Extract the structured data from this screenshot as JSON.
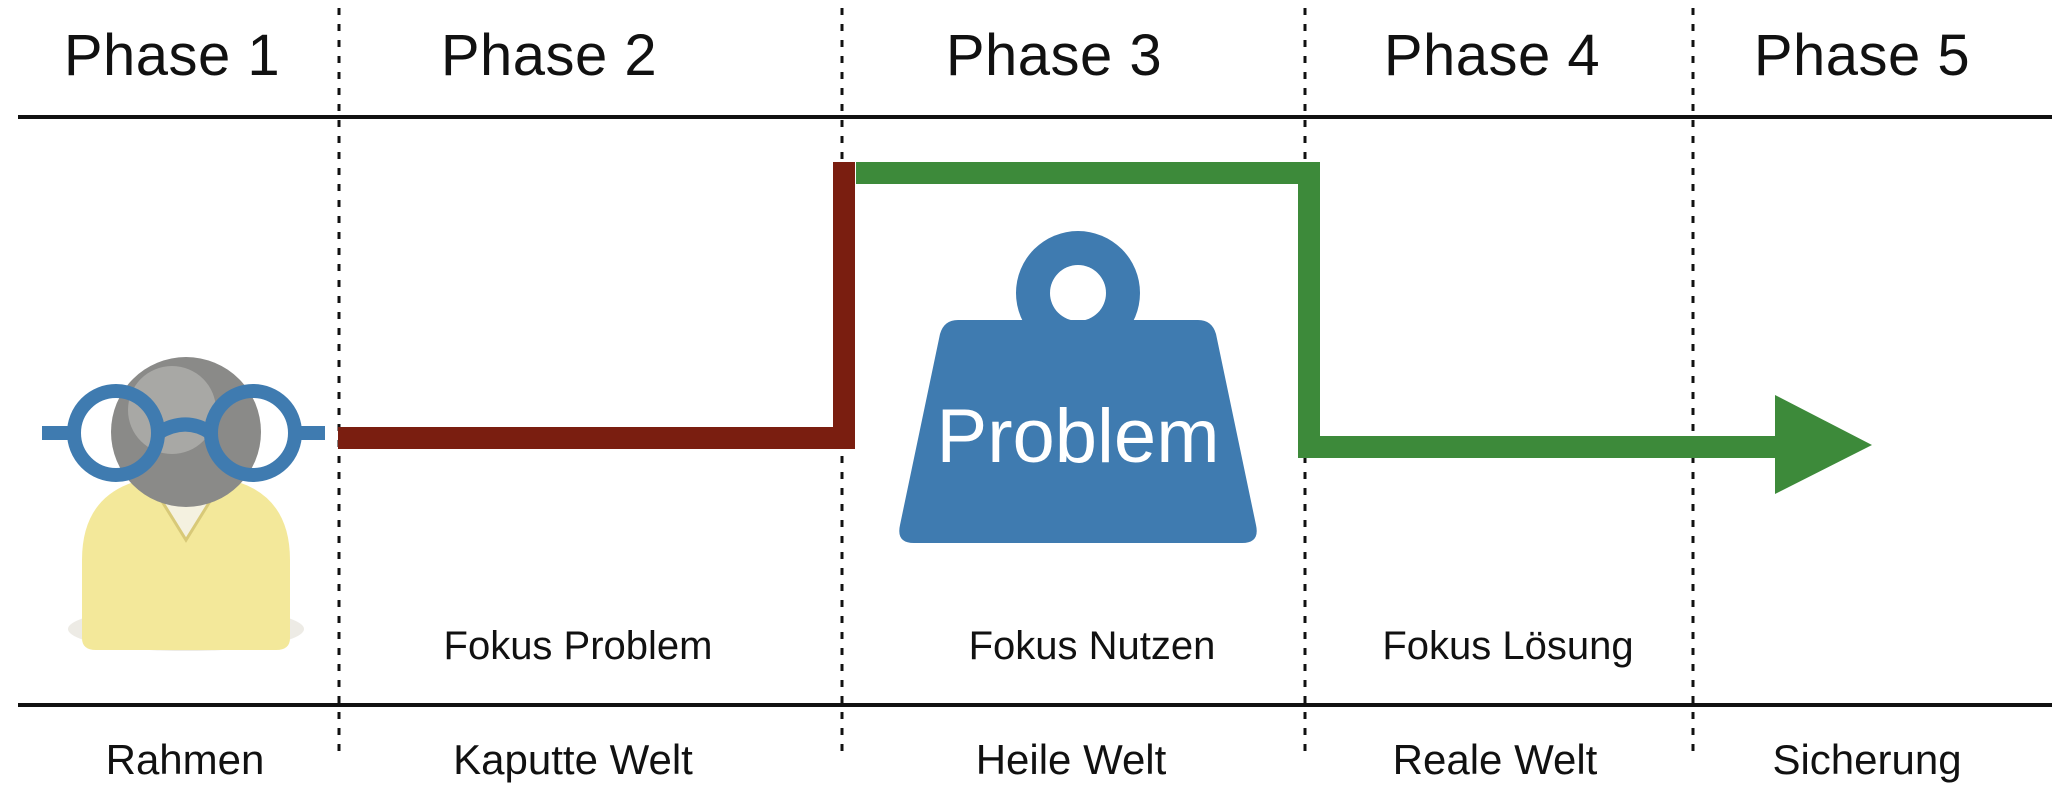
{
  "phases": [
    {
      "title": "Phase 1",
      "focus": "",
      "world": "Rahmen"
    },
    {
      "title": "Phase 2",
      "focus": "Fokus Problem",
      "world": "Kaputte Welt"
    },
    {
      "title": "Phase 3",
      "focus": "Fokus Nutzen",
      "world": "Heile Welt"
    },
    {
      "title": "Phase 4",
      "focus": "Fokus Lösung",
      "world": "Reale Welt"
    },
    {
      "title": "Phase 5",
      "focus": "",
      "world": "Sicherung"
    }
  ],
  "weight": {
    "label": "Problem",
    "icon": "weight-icon"
  },
  "person": {
    "icon": "person-with-glasses-icon"
  },
  "colors": {
    "problem_line": "#7a1e10",
    "benefit_line": "#3d8a3a",
    "weight": "#3f7bb0",
    "glasses": "#3f7bb0",
    "person_body": "#f3e89a",
    "person_head": "#8a8a88"
  }
}
